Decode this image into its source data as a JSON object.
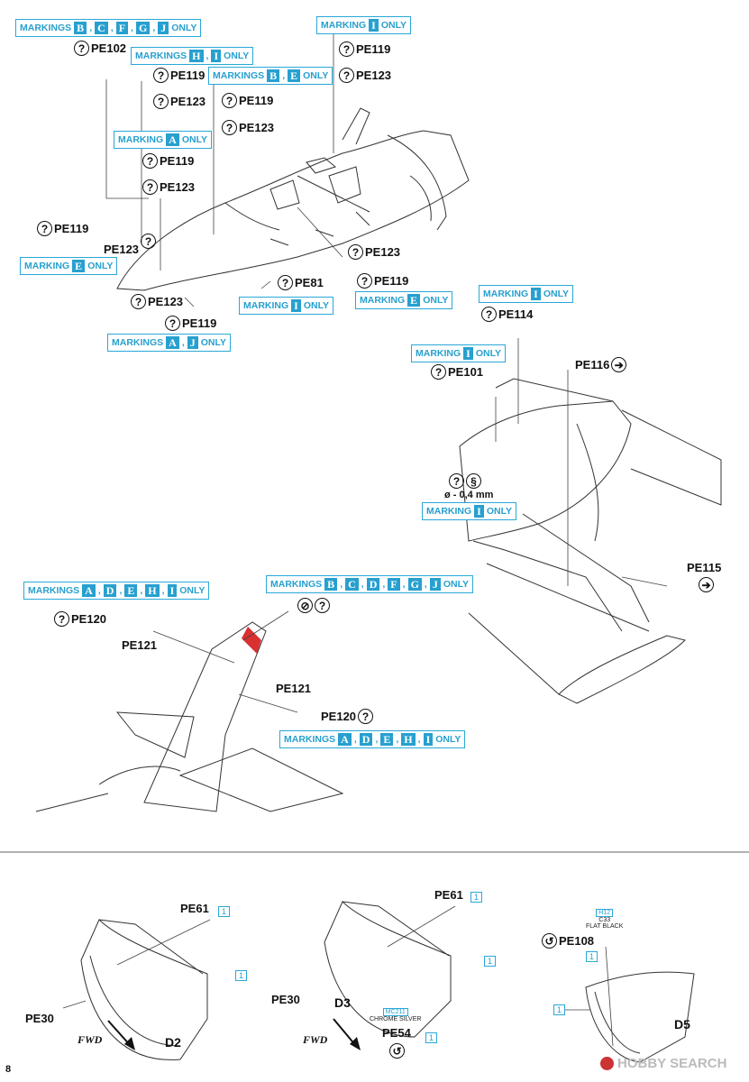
{
  "page_number": "8",
  "watermark": "HOBBY SEARCH",
  "markings": {
    "m1": {
      "prefix": "MARKINGS",
      "letters": [
        "B",
        "C",
        "F",
        "G",
        "J"
      ],
      "suffix": "ONLY"
    },
    "m2": {
      "prefix": "MARKING",
      "letters": [
        "I"
      ],
      "suffix": "ONLY"
    },
    "m3": {
      "prefix": "MARKINGS",
      "letters": [
        "H",
        "I"
      ],
      "suffix": "ONLY"
    },
    "m4": {
      "prefix": "MARKINGS",
      "letters": [
        "B",
        "E"
      ],
      "suffix": "ONLY"
    },
    "m5": {
      "prefix": "MARKING",
      "letters": [
        "A"
      ],
      "suffix": "ONLY"
    },
    "m6": {
      "prefix": "MARKING",
      "letters": [
        "E"
      ],
      "suffix": "ONLY"
    },
    "m7": {
      "prefix": "MARKING",
      "letters": [
        "I"
      ],
      "suffix": "ONLY"
    },
    "m8": {
      "prefix": "MARKING",
      "letters": [
        "E"
      ],
      "suffix": "ONLY"
    },
    "m9": {
      "prefix": "MARKINGS",
      "letters": [
        "A",
        "J"
      ],
      "suffix": "ONLY"
    },
    "m10": {
      "prefix": "MARKING",
      "letters": [
        "I"
      ],
      "suffix": "ONLY"
    },
    "m11": {
      "prefix": "MARKING",
      "letters": [
        "I"
      ],
      "suffix": "ONLY"
    },
    "m12": {
      "prefix": "MARKING",
      "letters": [
        "I"
      ],
      "suffix": "ONLY"
    },
    "m13": {
      "prefix": "MARKINGS",
      "letters": [
        "A",
        "D",
        "E",
        "H",
        "I"
      ],
      "suffix": "ONLY"
    },
    "m14": {
      "prefix": "MARKINGS",
      "letters": [
        "B",
        "C",
        "D",
        "F",
        "G",
        "J"
      ],
      "suffix": "ONLY"
    },
    "m15": {
      "prefix": "MARKINGS",
      "letters": [
        "A",
        "D",
        "E",
        "H",
        "I"
      ],
      "suffix": "ONLY"
    }
  },
  "parts": {
    "pe102": "PE102",
    "pe119a": "PE119",
    "pe123a": "PE123",
    "pe119b": "PE119",
    "pe123b": "PE123",
    "pe119c": "PE119",
    "pe123c": "PE123",
    "pe119d": "PE119",
    "pe123d": "PE123",
    "pe119e": "PE119",
    "pe123e": "PE123",
    "pe123f": "PE123",
    "pe119f": "PE119",
    "pe81": "PE81",
    "pe123g": "PE123",
    "pe119g": "PE119",
    "pe114": "PE114",
    "pe101": "PE101",
    "pe116": "PE116",
    "pe115": "PE115",
    "wire": "ø - 0,4 mm",
    "pe120a": "PE120",
    "pe121a": "PE121",
    "pe121b": "PE121",
    "pe120b": "PE120",
    "pe61a": "PE61",
    "pe30a": "PE30",
    "d2": "D2",
    "pe61b": "PE61",
    "pe30b": "PE30",
    "d3": "D3",
    "pe54": "PE54",
    "pe108": "PE108",
    "d5": "D5"
  },
  "fwd": "FWD",
  "step_numbers": {
    "a1": "1",
    "a2": "1",
    "b1": "1",
    "b2": "1",
    "b3": "1",
    "c1": "1",
    "c2": "1"
  },
  "paints": {
    "mc211_code": "MC211",
    "mc211_name": "CHROME SILVER",
    "h12_code": "H12",
    "c33_code": "C33",
    "c33_name": "FLAT BLACK"
  },
  "colors": {
    "accent": "#27a0cf",
    "red_tip": "#d93030"
  }
}
